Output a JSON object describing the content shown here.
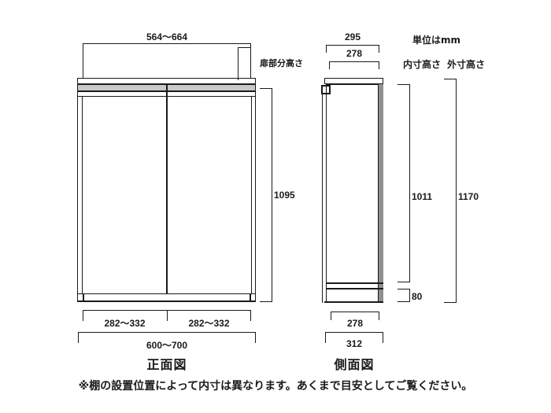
{
  "diagram": {
    "unit_note": "単位はmm",
    "bottom_note": "※棚の設置位置によって内寸は異なります。あくまで目安としてご覧ください。",
    "front_view": {
      "label": "正面図",
      "door_height_label": "扉部分高さ",
      "dimensions": {
        "top_inner_width": "564〜664",
        "door_height": "1095",
        "left_door_width": "282〜332",
        "right_door_width": "282〜332",
        "total_width": "600〜700"
      }
    },
    "side_view": {
      "label": "側面図",
      "inner_height_label": "内寸高さ",
      "outer_height_label": "外寸高さ",
      "dimensions": {
        "top_depth_outer": "295",
        "top_depth_inner": "278",
        "inner_height": "1011",
        "outer_height": "1170",
        "base_height": "80",
        "bottom_depth_inner": "278",
        "bottom_depth_outer": "312"
      }
    },
    "colors": {
      "line": "#1a1a1a",
      "band_light": "#c9c9c9",
      "band_dark": "#8f8f8f",
      "background": "#ffffff"
    }
  }
}
